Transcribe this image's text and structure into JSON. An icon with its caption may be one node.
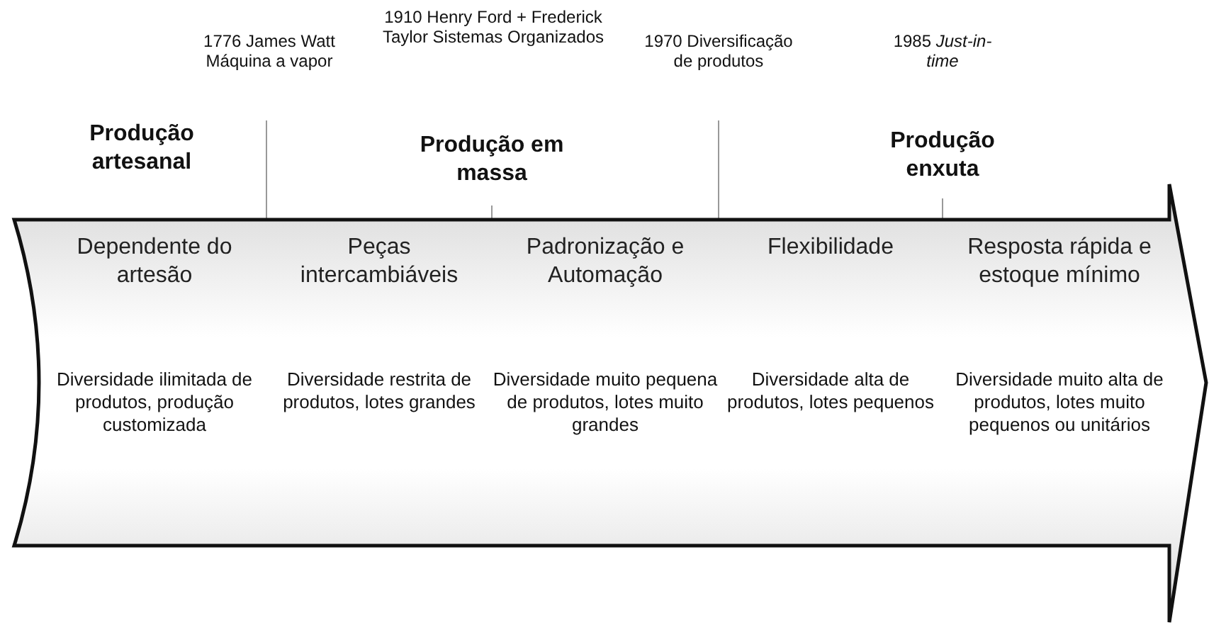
{
  "diagram": {
    "nodes": [
      {
        "text": [],
        "shape": "arrow"
      },
      {
        "text": [
          "Dependente do artesão",
          "Diversidade ilimitada de produtos, produção customizada"
        ],
        "in": 0
      },
      {
        "text": [
          "Peças intercambiáveis",
          "Diversidade restrita de produtos, lotes grandes"
        ],
        "in": 0
      },
      {
        "text": [
          "Padronização e Automação",
          "Diversidade muito pequena de produtos, lotes muito grandes"
        ],
        "in": 0
      },
      {
        "text": [
          "Flexibilidade",
          "Diversidade alta de produtos, lotes pequenos"
        ],
        "in": 0
      },
      {
        "text": [
          "Resposta rápida e estoque mínimo",
          "Diversidade muito alta de produtos, lotes muito pequenos ou unitários"
        ],
        "in": 0
      }
    ],
    "edges": [],
    "labels": [
      "1776 James Watt Máquina a vapor",
      "1910 Henry Ford + Frederick Taylor Sistemas Organizados",
      "1970 Diversificação de produtos",
      "1985 *Just-in-time*",
      "Produção artesanal",
      "Produção em massa",
      "Produção enxuta"
    ]
  }
}
